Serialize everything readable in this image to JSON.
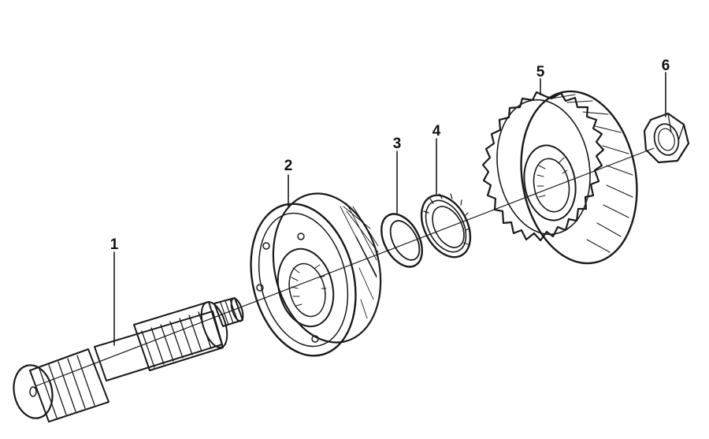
{
  "callouts": [
    {
      "label": "1"
    },
    {
      "label": "2"
    },
    {
      "label": "3"
    },
    {
      "label": "4"
    },
    {
      "label": "5"
    },
    {
      "label": "6"
    }
  ],
  "colors": {
    "ink": "#1a1a1a",
    "background": "#ffffff"
  }
}
